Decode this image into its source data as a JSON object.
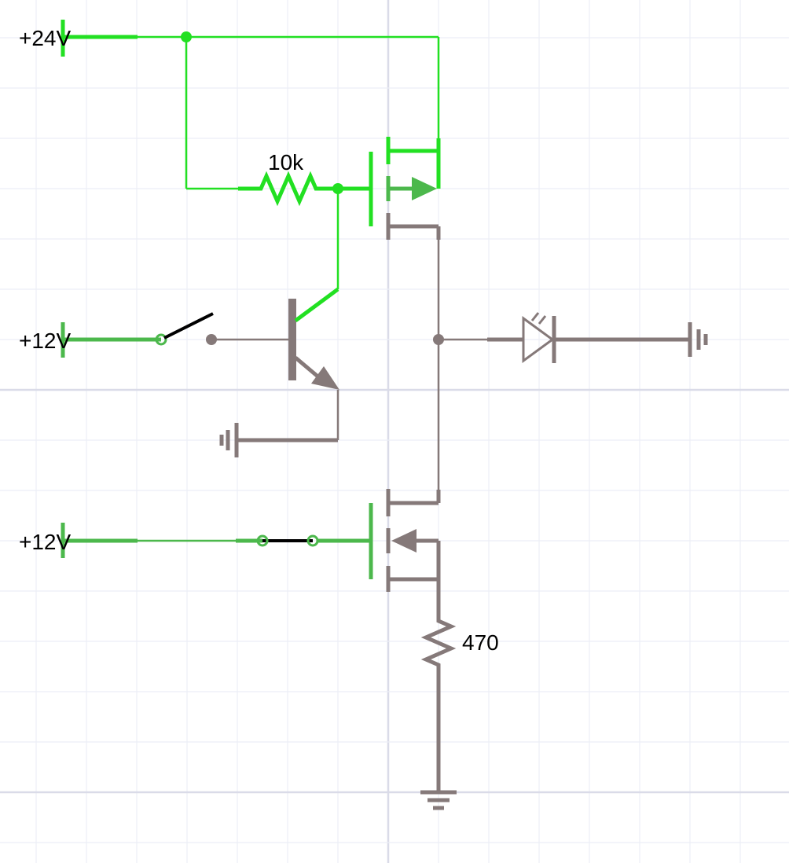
{
  "colors": {
    "live_bright": "#22e022",
    "live_mid": "#4cb84c",
    "dead": "#857979",
    "switch_blade": "#000000",
    "grid_minor": "#eceef6",
    "grid_major": "#dadbe8",
    "background": "#ffffff"
  },
  "labels": {
    "supply_24v": "+24V",
    "supply_12v_switch": "+12V",
    "supply_12v_closed": "+12V",
    "pullup_resistor": "10k",
    "source_resistor": "470"
  },
  "components": {
    "switch_open": {
      "state": "open"
    },
    "switch_closed": {
      "state": "closed"
    },
    "led": {
      "icon": "led-icon"
    },
    "npn_transistor": {
      "icon": "npn-transistor-icon"
    },
    "pmos": {
      "icon": "p-mosfet-icon"
    },
    "nmos": {
      "icon": "n-mosfet-icon"
    }
  }
}
